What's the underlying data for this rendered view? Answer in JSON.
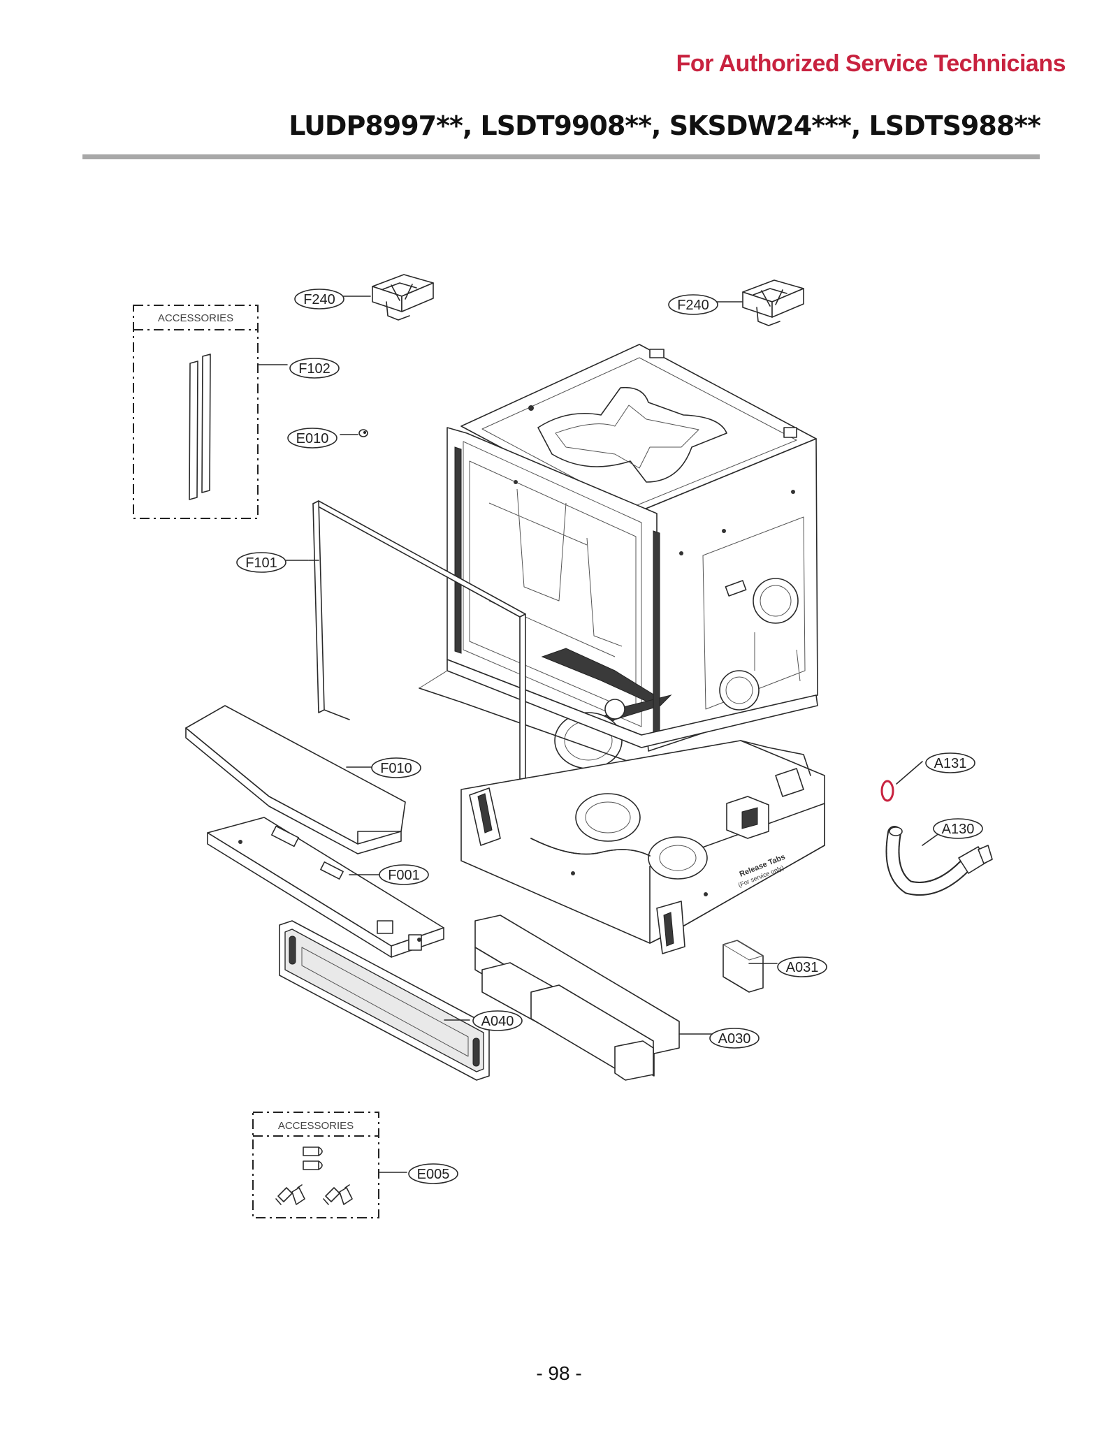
{
  "header": {
    "notice": "For Authorized Service Technicians",
    "notice_color": "#c8223f",
    "models": "LUDP8997**, LSDT9908**, SKSDW24***, LSDTS988**"
  },
  "accessories_label": "ACCESSORIES",
  "callouts": {
    "f240_left": "F240",
    "f240_right": "F240",
    "f102": "F102",
    "e010": "E010",
    "f101": "F101",
    "f010": "F010",
    "f001": "F001",
    "a040": "A040",
    "a030": "A030",
    "a031": "A031",
    "a131": "A131",
    "a130": "A130",
    "e005": "E005"
  },
  "colors": {
    "gasket_ring": "#c8223f"
  },
  "icons": [
    "hinge-bracket-icon",
    "screw-icon",
    "bracket-clip-icon"
  ],
  "page_number": "- 98 -"
}
